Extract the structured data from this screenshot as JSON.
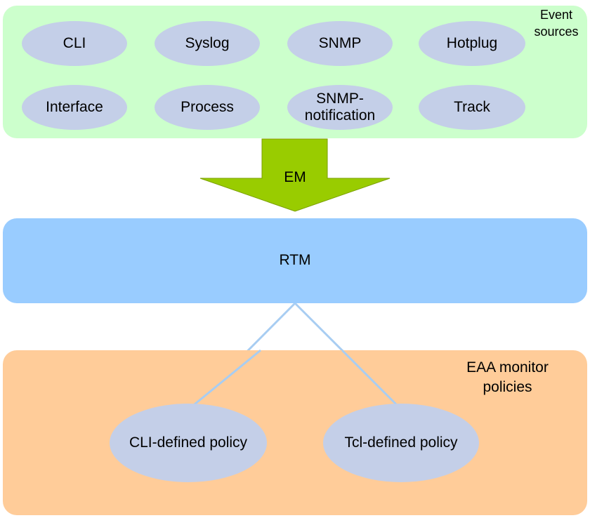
{
  "event_sources": {
    "title_line1": "Event",
    "title_line2": "sources",
    "items": [
      "CLI",
      "Syslog",
      "SNMP",
      "Hotplug",
      "Interface",
      "Process",
      "SNMP-\nnotification",
      "Track"
    ]
  },
  "em": {
    "label": "EM"
  },
  "rtm": {
    "label": "RTM"
  },
  "eaa": {
    "title_line1": "EAA monitor",
    "title_line2": "policies",
    "policies": [
      "CLI-defined policy",
      "Tcl-defined policy"
    ]
  },
  "colors": {
    "sources_bg": "#ccffcc",
    "ellipse_fill": "#c4cfe8",
    "arrow_fill": "#99cc00",
    "rtm_bg": "#99ccff",
    "eaa_bg": "#ffcc99",
    "link_line": "#a8cdf2"
  }
}
